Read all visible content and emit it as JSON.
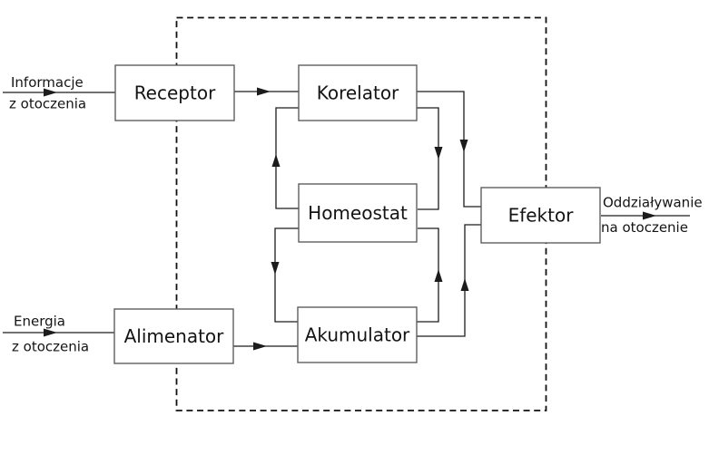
{
  "diagram": {
    "background": "#ffffff",
    "colors": {
      "line": "#1c1c1c",
      "box_border": "#5f5f5f",
      "dashed_border": "#111111",
      "text": "#141414"
    },
    "boxes": [
      {
        "id": "receptor",
        "label": "Receptor"
      },
      {
        "id": "korelator",
        "label": "Korelator"
      },
      {
        "id": "homeostat",
        "label": "Homeostat"
      },
      {
        "id": "efektor",
        "label": "Efektor"
      },
      {
        "id": "alimenator",
        "label": "Alimenator"
      },
      {
        "id": "akumulator",
        "label": "Akumulator"
      }
    ],
    "external_labels": {
      "input_information": {
        "line1": "Informacje",
        "line2": "z otoczenia"
      },
      "input_energy": {
        "line1": "Energia",
        "line2": "z otoczenia"
      },
      "output": {
        "line1": "Oddziaływanie",
        "line2": "na otoczenie"
      }
    }
  }
}
